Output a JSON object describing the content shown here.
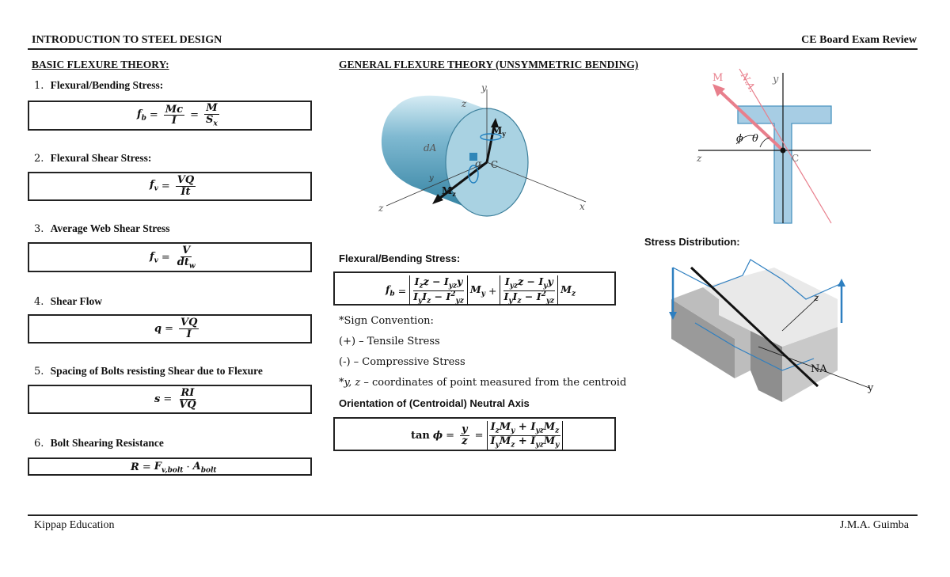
{
  "header": {
    "left": "INTRODUCTION TO STEEL DESIGN",
    "right": "CE Board Exam Review"
  },
  "left": {
    "section_title": "BASIC FLEXURE THEORY:",
    "items": [
      {
        "num": "1.",
        "label": "Flexural/Bending Stress:"
      },
      {
        "num": "2.",
        "label": "Flexural Shear Stress:"
      },
      {
        "num": "3.",
        "label": "Average Web Shear Stress"
      },
      {
        "num": "4.",
        "label": "Shear Flow"
      },
      {
        "num": "5.",
        "label": "Spacing of Bolts resisting Shear due to Flexure"
      },
      {
        "num": "6.",
        "label": "Bolt Shearing Resistance"
      }
    ]
  },
  "right": {
    "section_title": "GENERAL FLEXURE THEORY (UNSYMMETRIC BENDING)",
    "bending_label": "Flexural/Bending Stress:",
    "sign_convention": "*Sign Convention:",
    "tensile": "(+) – Tensile Stress",
    "compressive": "(-) – Compressive Stress",
    "coords_note_var": "*y, z",
    "coords_note": " – coordinates of point measured from the centroid",
    "orientation_label": "Orientation of (Centroidal) Neutral Axis",
    "stress_dist_label": "Stress Distribution:"
  },
  "figures": {
    "cylinder": {
      "y": "y",
      "z_top": "z",
      "My": "M",
      "My_sub": "y",
      "dA": "dA",
      "sigma": "σ",
      "C": "C",
      "ysmall": "y",
      "Mz": "M",
      "Mz_sub": "z",
      "z_axis": "z",
      "x_axis": "x"
    },
    "tsection": {
      "M": "M",
      "NA": "N.A.",
      "y": "y",
      "phi": "ϕ",
      "theta": "θ",
      "C": "C",
      "z": "z"
    },
    "stress": {
      "z": "z",
      "NA": "NA",
      "y": "y"
    }
  },
  "footer": {
    "left": "Kippap Education",
    "right": "J.M.A. Guimba"
  },
  "colors": {
    "ink": "#111111",
    "steel_blue": "#6aaac6",
    "cyl_light": "#a9d2e2",
    "moment_red": "#e87f8c",
    "t_fill": "#a7cde4",
    "t_edge": "#4b94c0",
    "grey": "#bdbdbd"
  }
}
